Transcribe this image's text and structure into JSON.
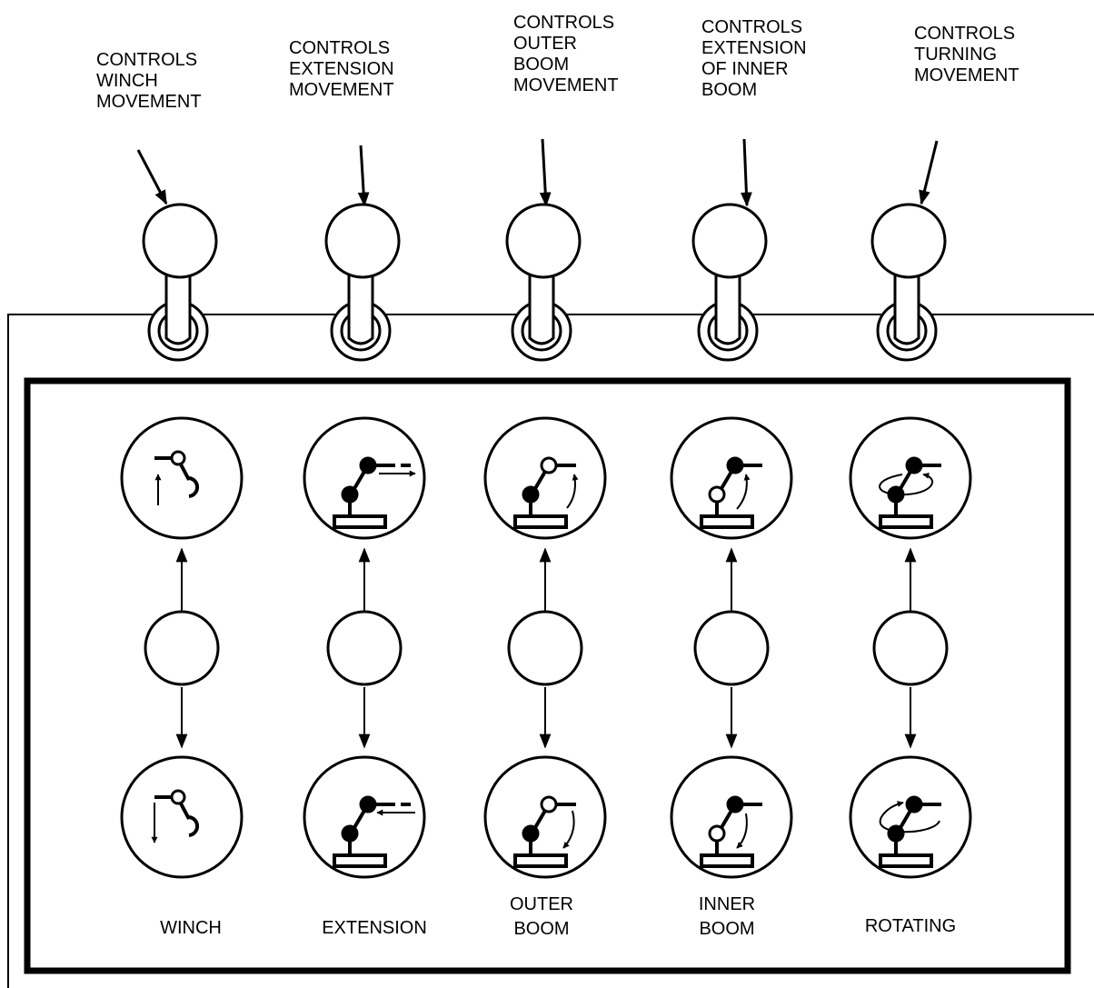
{
  "controls": [
    {
      "id": "winch",
      "top_lines": [
        "CONTROLS",
        "WINCH",
        "MOVEMENT"
      ],
      "bottom_lines": [
        "WINCH"
      ],
      "icon_up": "winch-hook-down-icon",
      "icon_down": "winch-hook-up-icon"
    },
    {
      "id": "extension",
      "top_lines": [
        "CONTROLS",
        "EXTENSION",
        "MOVEMENT"
      ],
      "bottom_lines": [
        "EXTENSION"
      ],
      "icon_up": "boom-extend-out-icon",
      "icon_down": "boom-extend-in-icon"
    },
    {
      "id": "outer-boom",
      "top_lines": [
        "CONTROLS",
        "OUTER",
        "BOOM",
        "MOVEMENT"
      ],
      "bottom_lines": [
        "OUTER",
        "BOOM"
      ],
      "icon_up": "outer-boom-raise-icon",
      "icon_down": "outer-boom-lower-icon"
    },
    {
      "id": "inner-boom",
      "top_lines": [
        "CONTROLS",
        "EXTENSION",
        "OF INNER",
        "BOOM"
      ],
      "bottom_lines": [
        "INNER",
        "BOOM"
      ],
      "icon_up": "inner-boom-raise-icon",
      "icon_down": "inner-boom-lower-icon"
    },
    {
      "id": "rotating",
      "top_lines": [
        "CONTROLS",
        "TURNING",
        "MOVEMENT"
      ],
      "bottom_lines": [
        "ROTATING"
      ],
      "icon_up": "rotate-clockwise-icon",
      "icon_down": "rotate-counterclockwise-icon"
    }
  ]
}
